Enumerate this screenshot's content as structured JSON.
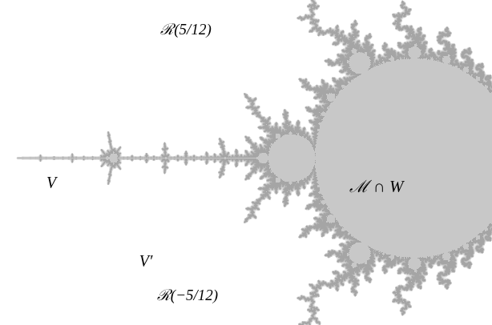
{
  "diagram": {
    "nodes": [
      {
        "text": [
          "V′"
        ]
      },
      {
        "text": [
          "V"
        ],
        "in": 0
      },
      {
        "text": [
          "ℳ ∩ W"
        ]
      }
    ],
    "labels": [
      "ℛ(5/12)",
      "ℛ(−5/12)"
    ]
  }
}
